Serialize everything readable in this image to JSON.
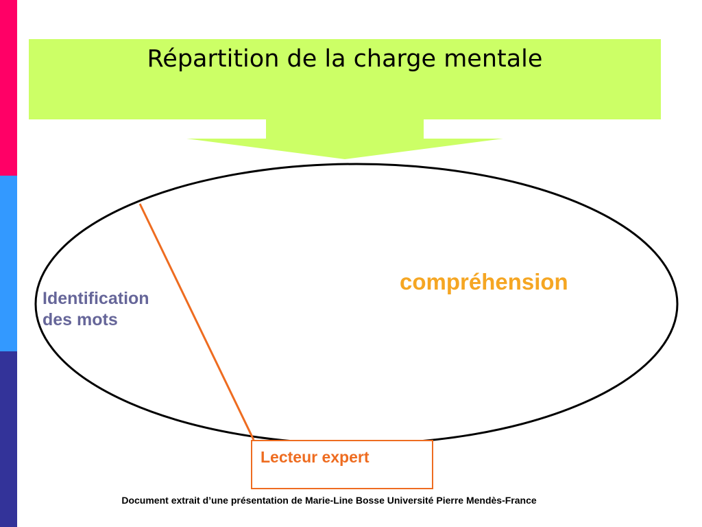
{
  "slide": {
    "title": "Répartition de la charge mentale",
    "labels": {
      "identification_line1": "Identification",
      "identification_line2": "des mots",
      "comprehension": "compréhension",
      "expert": "Lecteur expert"
    },
    "footer": "Document extrait d’une présentation de Marie-Line Bosse Université Pierre Mendès-France"
  },
  "colors": {
    "stripe_top": "#ff0066",
    "stripe_middle": "#3399ff",
    "stripe_bottom": "#333399",
    "banner_fill": "#ccff66",
    "arrow_fill": "#ccff66",
    "ellipse_stroke": "#000000",
    "divider_line": "#ee6c20",
    "identification_text": "#666699",
    "comprehension_text": "#f5a623",
    "expert_text": "#ee6c20",
    "expert_border": "#ee6c20"
  }
}
